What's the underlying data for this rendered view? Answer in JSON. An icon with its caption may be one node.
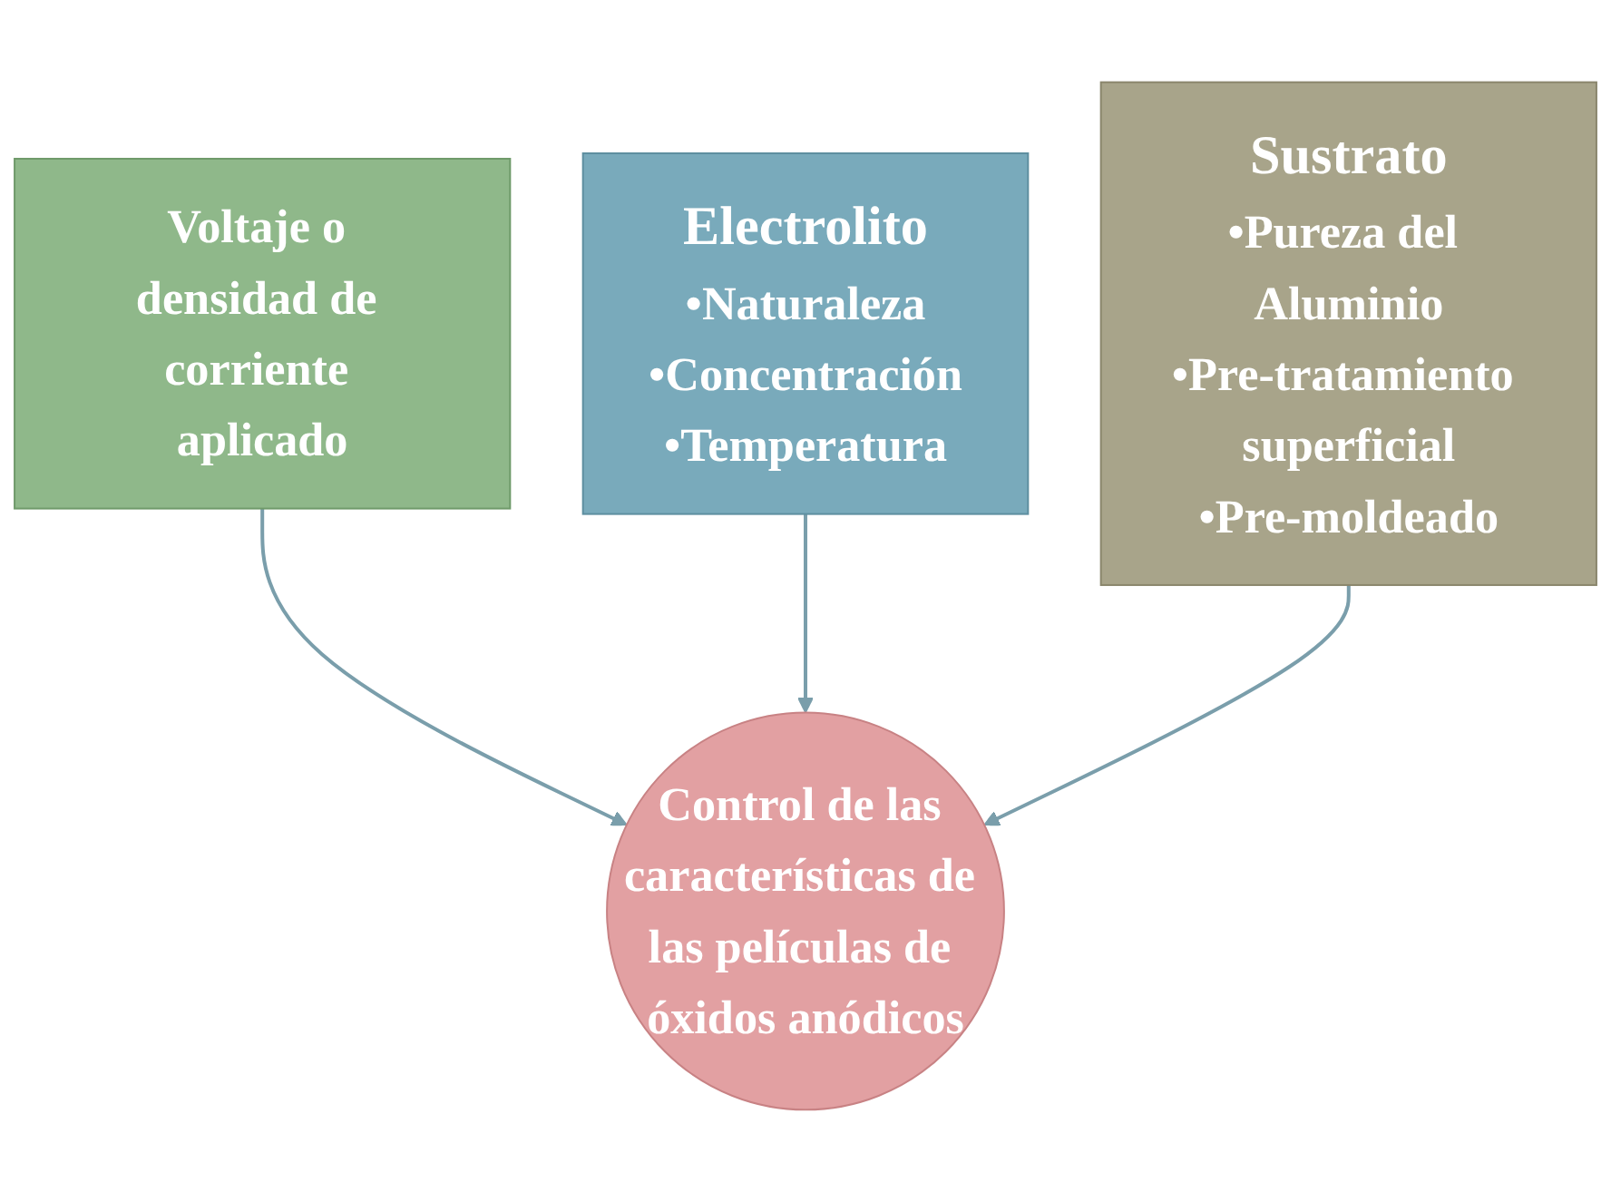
{
  "diagram": {
    "nodes": [
      {
        "text": [
          "Voltaje o densidad de corriente aplicado"
        ]
      },
      {
        "text": [
          "Electrolito",
          "•Naturaleza",
          "•Concentración",
          "•Temperatura"
        ]
      },
      {
        "text": [
          "Sustrato",
          "•Pureza del Aluminio",
          "•Pre-tratamiento superficial",
          "•Pre-moldeado"
        ]
      },
      {
        "text": [
          "Control de las características de las películas de óxidos anódicos"
        ]
      }
    ],
    "edges": [
      {
        "from": 0,
        "to": 3,
        "arrow": "to"
      },
      {
        "from": 1,
        "to": 3,
        "arrow": "to"
      },
      {
        "from": 2,
        "to": 3,
        "arrow": "to"
      }
    ]
  }
}
